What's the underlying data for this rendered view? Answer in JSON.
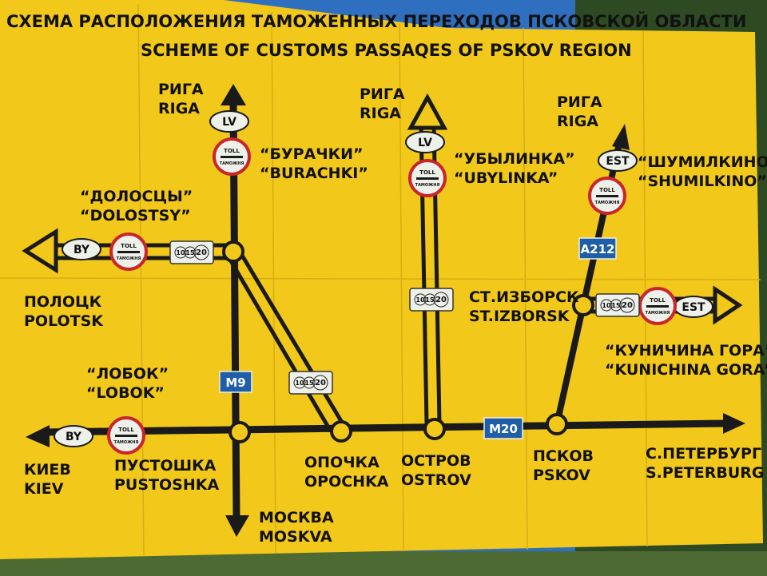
{
  "title": {
    "ru": "СХЕМА РАСПОЛОЖЕНИЯ ТАМОЖЕННЫХ ПЕРЕХОДОВ ПСКОВСКОЙ ОБЛАСТИ",
    "en": "SCHEME OF CUSTOMS PASSAQES OF PSKOV REGION"
  },
  "colors": {
    "board": "#f2c81a",
    "road": "#1a1a1a",
    "route_plate": "#1f5fa8",
    "toll_ring": "#c8262c",
    "sky": "#2f6fc0"
  },
  "labels": {
    "riga1_ru": "РИГА",
    "riga1_en": "RIGA",
    "riga2_ru": "РИГА",
    "riga2_en": "RIGA",
    "riga3_ru": "РИГА",
    "riga3_en": "RIGA",
    "burachki_ru": "“БУРАЧКИ”",
    "burachki_en": "“BURACHKI”",
    "ubylinka_ru": "“УБЫЛИНКА”",
    "ubylinka_en": "“UBYLINKA”",
    "shumilkino_ru": "“ШУМИЛКИНО”",
    "shumilkino_en": "“SHUMILKINO”",
    "dolostsy_ru": "“ДОЛОСЦЫ”",
    "dolostsy_en": "“DOLOSTSY”",
    "polotsk_ru": "ПОЛОЦК",
    "polotsk_en": "POLOTSK",
    "izborsk_ru": "СТ.ИЗБОРСК",
    "izborsk_en": "ST.IZBORSK",
    "kunichina_ru": "“КУНИЧИНА ГОРА”",
    "kunichina_en": "“KUNICHINA GORA”",
    "lobok_ru": "“ЛОБОК”",
    "lobok_en": "“LOBOK”",
    "kiev_ru": "КИЕВ",
    "kiev_en": "KIEV",
    "pustoshka_ru": "ПУСТОШКА",
    "pustoshka_en": "PUSTOSHKA",
    "opochka_ru": "ОПОЧКА",
    "opochka_en": "OPOCHKA",
    "ostrov_ru": "ОСТРОВ",
    "ostrov_en": "OSTROV",
    "pskov_ru": "ПСКОВ",
    "pskov_en": "PSKOV",
    "spb_ru": "С.ПЕТЕРБУРГ",
    "spb_en": "S.PETERBURG",
    "moskva_ru": "МОСКВА",
    "moskva_en": "MOSKVA"
  },
  "country_badges": [
    "LV",
    "LV",
    "EST",
    "BY",
    "BY",
    "EST"
  ],
  "toll_sign": {
    "top": "TOLL",
    "bottom": "ТАМОЖНЯ"
  },
  "speed_plate": [
    "10",
    "15",
    "20"
  ],
  "route_plates": [
    "M9",
    "M20",
    "A212"
  ]
}
